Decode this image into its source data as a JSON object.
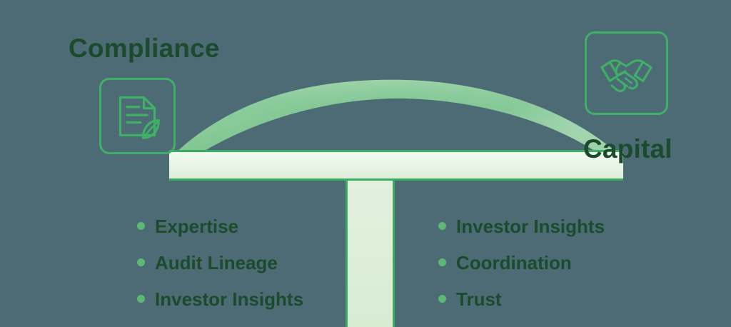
{
  "diagram": {
    "title_left": "Compliance",
    "title_right": "Capital",
    "icons": {
      "left": {
        "name": "compliance-document-leaf-icon",
        "label": "document-with-leaf-icon"
      },
      "right": {
        "name": "capital-handshake-icon",
        "label": "handshake-icon"
      }
    },
    "colors": {
      "background": "#4d6b75",
      "heading_text": "#1b4b2c",
      "icon_stroke": "#3fb167",
      "arch_light": "#dff0e0",
      "arch_mid": "#7ec58f",
      "arch_dark": "#63b97e",
      "deck_fill": "#eef8ec",
      "deck_border": "#3cac62",
      "pillar_fill": "#ddeeda",
      "bullet_dot": "#5db876"
    },
    "left_column": {
      "heading": "Compliance",
      "bullets": [
        {
          "label": "Expertise"
        },
        {
          "label": "Audit Lineage"
        },
        {
          "label": "Investor Insights"
        }
      ]
    },
    "right_column": {
      "heading": "Capital",
      "bullets": [
        {
          "label": "Investor Insights"
        },
        {
          "label": "Coordination"
        },
        {
          "label": "Trust"
        }
      ]
    },
    "structure": {
      "arch_label": "bridge-arch",
      "deck_label": "bridge-deck",
      "pillar_label": "bridge-pillar"
    }
  }
}
